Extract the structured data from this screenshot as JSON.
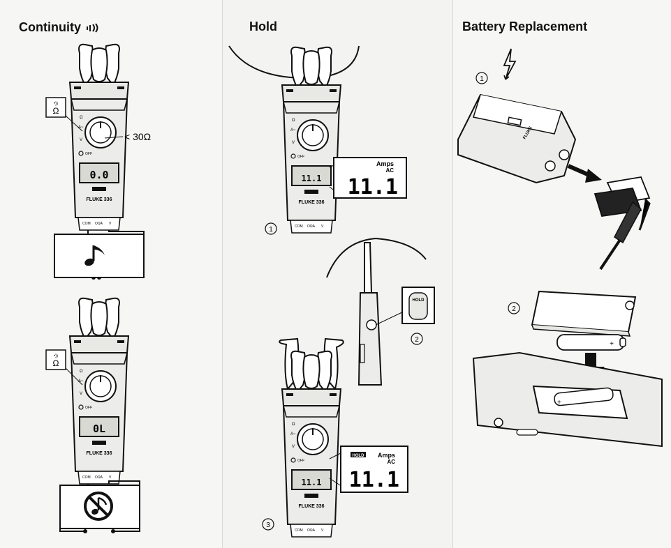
{
  "sections": [
    {
      "title": "Continuity",
      "title_icon": "sound-wave-icon",
      "callout_label": "< 30Ω",
      "upper_meter_reading": "0.0",
      "lower_meter_reading": "0L",
      "continuity_symbol": "Ω",
      "upper_result_icon": "music-note-icon",
      "lower_result_icon": "no-sound-icon"
    },
    {
      "title": "Hold",
      "reading_unit": "Amps",
      "reading_mode": "AC",
      "reading_value": "11.1",
      "hold_indicator": "HOLD",
      "hold_button_label": "HOLD",
      "steps": [
        "1",
        "2",
        "3"
      ]
    },
    {
      "title": "Battery Replacement",
      "warning_icon": "lightning-bolt-icon",
      "steps": [
        "1",
        "2"
      ]
    }
  ],
  "colors": {
    "paper": "#f6f6f4",
    "ink": "#111111",
    "display": "#d9d9d4"
  }
}
